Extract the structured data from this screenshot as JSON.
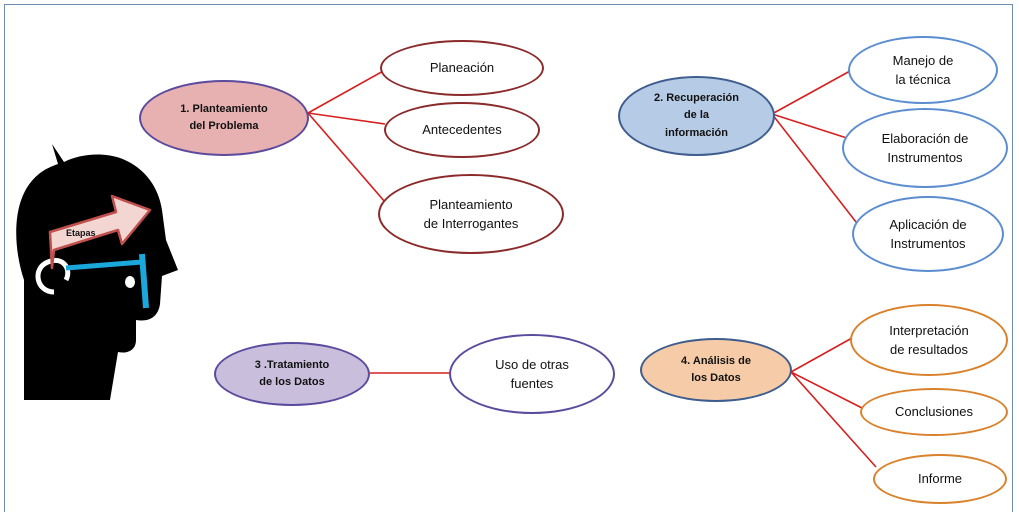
{
  "colors": {
    "red_line": "#d6201f",
    "dark_red": "#8a2a2a",
    "blue": "#5b8dd0",
    "orange": "#d9822b",
    "purple": "#5b4a9e",
    "main1_fill": "#e6b1b0",
    "main2_fill": "#b6cbe6",
    "main3_fill": "#c9bfdd",
    "main4_fill": "#f6cba7",
    "head_black": "#000000",
    "glasses_blue": "#1aa7dc",
    "arrow_fill": "#f3d5d2",
    "arrow_stroke": "#c0504d"
  },
  "head": {
    "label": "Etapas",
    "icon": "thinking-head-icon"
  },
  "groups": [
    {
      "id": "g1",
      "main": {
        "label": "1.  Planteamiento\ndel Problema"
      },
      "children": [
        {
          "label": "Planeación"
        },
        {
          "label": "Antecedentes"
        },
        {
          "label": "Planteamiento\nde Interrogantes"
        }
      ]
    },
    {
      "id": "g2",
      "main": {
        "label": "2. Recuperación\nde la\ninformación"
      },
      "children": [
        {
          "label": "Manejo de\nla técnica"
        },
        {
          "label": "Elaboración de\nInstrumentos"
        },
        {
          "label": "Aplicación de\nInstrumentos"
        }
      ]
    },
    {
      "id": "g3",
      "main": {
        "label": "3 .Tratamiento\nde los Datos"
      },
      "children": [
        {
          "label": "Uso de otras\nfuentes"
        }
      ]
    },
    {
      "id": "g4",
      "main": {
        "label": "4. Análisis de\nlos Datos"
      },
      "children": [
        {
          "label": "Interpretación\nde resultados"
        },
        {
          "label": "Conclusiones"
        },
        {
          "label": "Informe"
        }
      ]
    }
  ]
}
